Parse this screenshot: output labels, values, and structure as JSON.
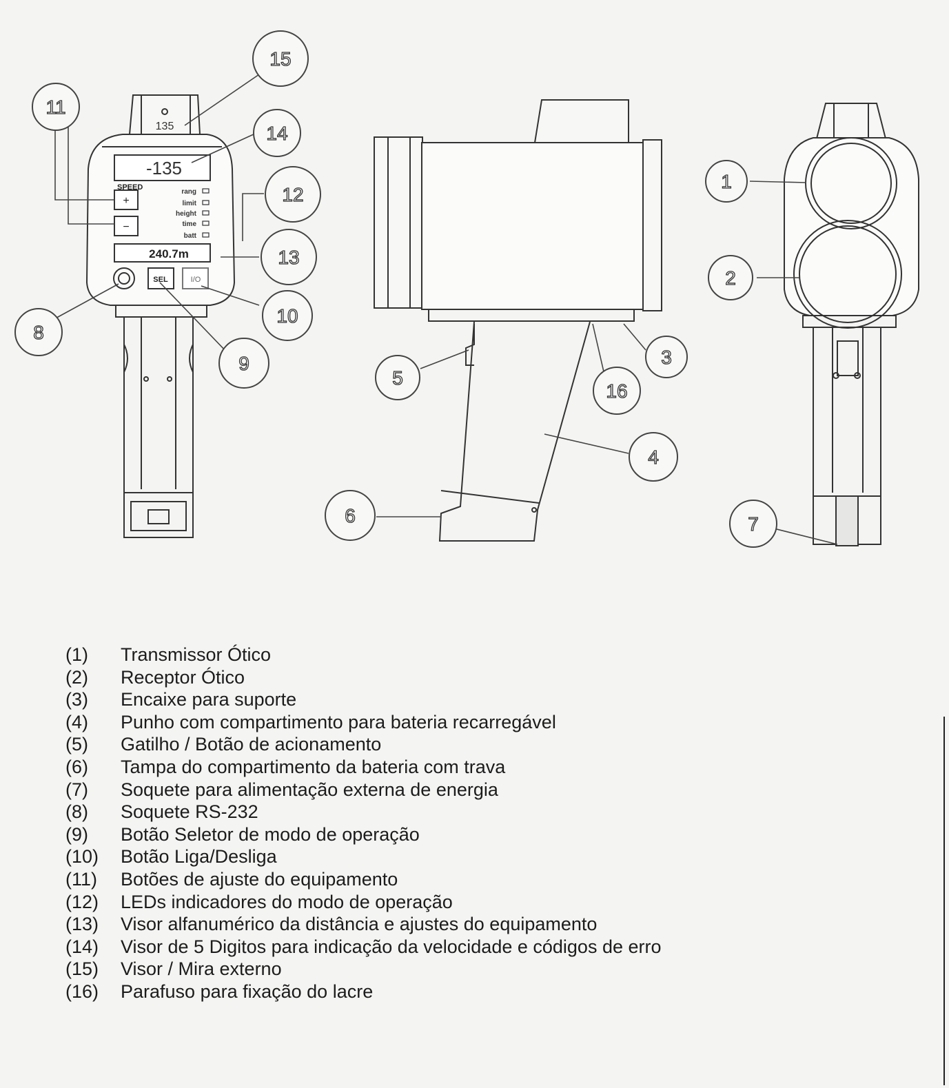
{
  "figure": {
    "callouts": [
      "1",
      "2",
      "3",
      "4",
      "5",
      "6",
      "7",
      "8",
      "9",
      "10",
      "11",
      "12",
      "13",
      "14",
      "15",
      "16"
    ],
    "display": {
      "speed_readout": "-135",
      "speed_label": "SPEED",
      "distance_readout": "240.7m",
      "top_sight_readout": "135",
      "mode_leds": [
        "rang",
        "limit",
        "height",
        "time",
        "batt"
      ],
      "button_plus": "+",
      "button_minus": "−",
      "selector_button": "SEL",
      "power_button": "I/O"
    }
  },
  "legend": [
    {
      "num": "(1)",
      "text": "Transmissor Ótico"
    },
    {
      "num": "(2)",
      "text": "Receptor Ótico"
    },
    {
      "num": "(3)",
      "text": "Encaixe para suporte"
    },
    {
      "num": "(4)",
      "text": "Punho com compartimento para bateria recarregável"
    },
    {
      "num": "(5)",
      "text": "Gatilho / Botão de acionamento"
    },
    {
      "num": "(6)",
      "text": "Tampa do compartimento da bateria com trava"
    },
    {
      "num": "(7)",
      "text": "Soquete para alimentação externa de energia"
    },
    {
      "num": "(8)",
      "text": "Soquete RS-232"
    },
    {
      "num": "(9)",
      "text": "Botão Seletor de modo de operação"
    },
    {
      "num": "(10)",
      "text": "Botão Liga/Desliga"
    },
    {
      "num": "(11)",
      "text": "Botões de ajuste do equipamento"
    },
    {
      "num": "(12)",
      "text": "LEDs indicadores do modo de operação"
    },
    {
      "num": "(13)",
      "text": "Visor alfanumérico da distância e ajustes do equipamento"
    },
    {
      "num": "(14)",
      "text": "Visor de 5 Digitos para indicação da velocidade e códigos de erro"
    },
    {
      "num": "(15)",
      "text": "Visor / Mira externo"
    },
    {
      "num": "(16)",
      "text": "Parafuso para fixação do lacre"
    }
  ]
}
